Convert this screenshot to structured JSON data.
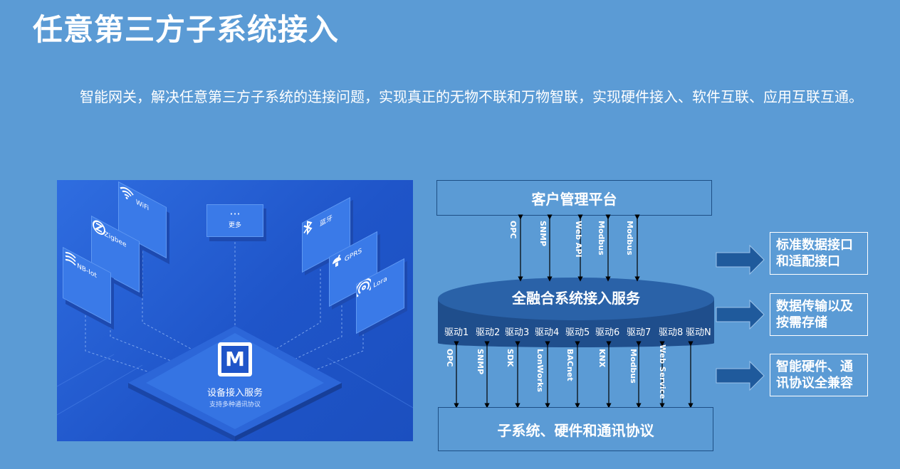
{
  "page": {
    "title": "任意第三方子系统接入",
    "intro": "智能网关，解决任意第三方子系统的连接问题，实现真正的无物不联和万物智联，实现硬件接入、软件互联、应用互联互通。"
  },
  "illustration": {
    "cards": [
      {
        "label": "WiFi",
        "icon": "wifi-icon"
      },
      {
        "label": "Zigbee",
        "icon": "zigbee-icon"
      },
      {
        "label": "NB-Iot",
        "icon": "nbiot-icon"
      },
      {
        "label": "更多",
        "icon": "more-icon",
        "glyph": "···"
      },
      {
        "label": "蓝牙",
        "icon": "bluetooth-icon"
      },
      {
        "label": "GPRS",
        "icon": "gprs-icon"
      },
      {
        "label": "Lora",
        "icon": "lora-icon"
      }
    ],
    "platform_title": "设备接入服务",
    "platform_subtitle": "支持多种通讯协议",
    "logo_letter": "M"
  },
  "diagram": {
    "top_box": "客户管理平台",
    "core": "全融合系统接入服务",
    "bottom_box": "子系统、硬件和通讯协议",
    "upper_protocols": [
      "OPC",
      "SNMP",
      "Web API",
      "Modbus",
      "Modbus"
    ],
    "drivers": [
      "驱动1",
      "驱动2",
      "驱动3",
      "驱动4",
      "驱动5",
      "驱动6",
      "驱动7",
      "驱动8",
      "驱动N"
    ],
    "lower_protocols": [
      "OPC",
      "SNMP",
      "SDK",
      "LonWorks",
      "BACnet",
      "KNX",
      "Modbus",
      "Web Service"
    ]
  },
  "features": [
    {
      "line1": "标准数据接口",
      "line2": "和适配接口"
    },
    {
      "line1": "数据传输以及",
      "line2": "按需存储"
    },
    {
      "line1": "智能硬件、通",
      "line2": "讯协议全兼容"
    }
  ],
  "colors": {
    "background": "#5b9bd5",
    "illustration": "#2f6de0",
    "core_cylinder": "#1f4e8c",
    "arrow": "#1f5a9c"
  }
}
